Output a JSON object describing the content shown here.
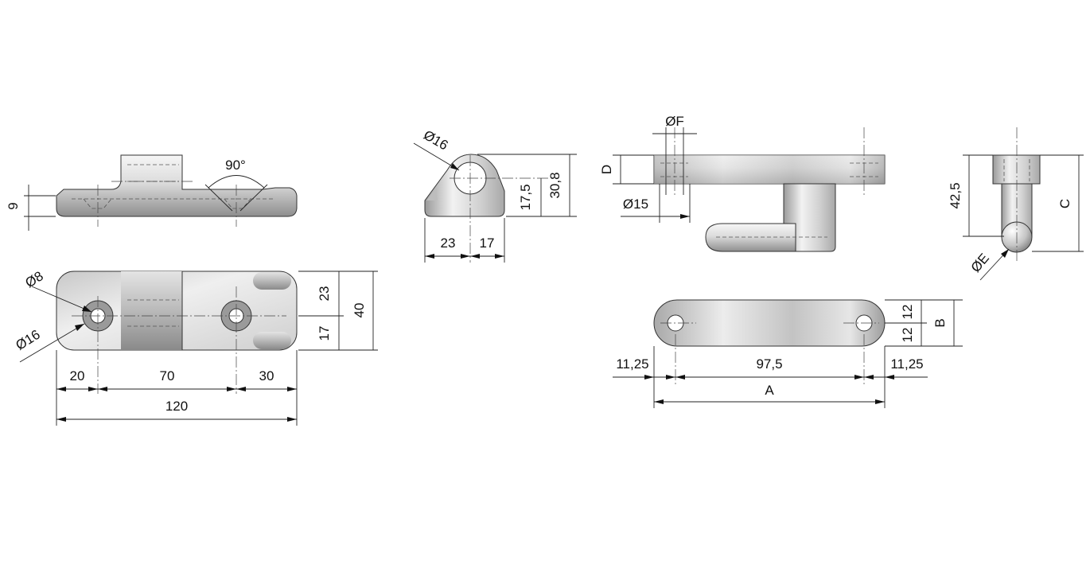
{
  "labels": {
    "top_thickness": "9",
    "angle": "90°",
    "plan_hole_small": "Ø8",
    "plan_hole_large": "Ø16",
    "plan_width_upper": "23",
    "plan_width_lower": "17",
    "plan_width_total": "40",
    "plan_len_1": "20",
    "plan_len_2": "70",
    "plan_len_3": "30",
    "plan_len_total": "120",
    "side_hole": "Ø16",
    "side_hole_height": "17,5",
    "side_height": "30,8",
    "side_width_left": "23",
    "side_width_right": "17",
    "pin_hole_dia": "ØF",
    "pin_thickness": "D",
    "pin_boss_dia": "Ø15",
    "pin_height": "42,5",
    "pin_total_height": "C",
    "pin_ball_dia": "ØE",
    "strap_half_upper": "12",
    "strap_half_lower": "12",
    "strap_width": "B",
    "strap_end_left": "11,25",
    "strap_center": "97,5",
    "strap_end_right": "11,25",
    "strap_length": "A"
  },
  "colors": {
    "metal_light": "#f4f4f4",
    "metal_mid": "#c9c9c9",
    "metal_dark": "#8c8c8c",
    "line": "#222222"
  }
}
